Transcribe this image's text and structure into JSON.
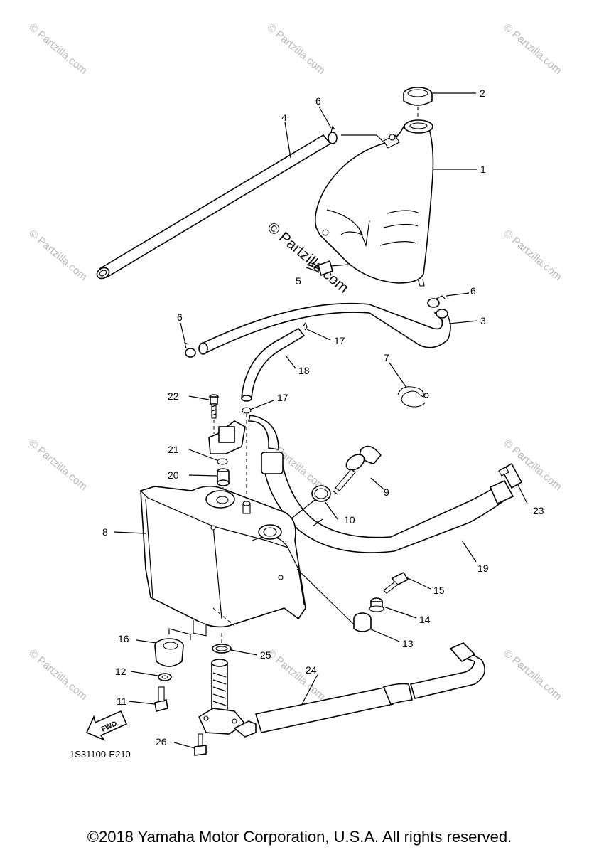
{
  "diagram": {
    "code": "1S31100-E210",
    "copyright": "©2018 Yamaha Motor Corporation, U.S.A. All rights reserved.",
    "watermark_small": "© Partzilla.com",
    "watermark_center": "© Partzilla.com",
    "fwd_label": "FWD",
    "callouts": [
      "1",
      "2",
      "3",
      "4",
      "5",
      "6",
      "6",
      "6",
      "7",
      "8",
      "9",
      "10",
      "11",
      "12",
      "13",
      "14",
      "15",
      "16",
      "17",
      "17",
      "18",
      "19",
      "20",
      "21",
      "22",
      "23",
      "24",
      "25",
      "26"
    ]
  }
}
